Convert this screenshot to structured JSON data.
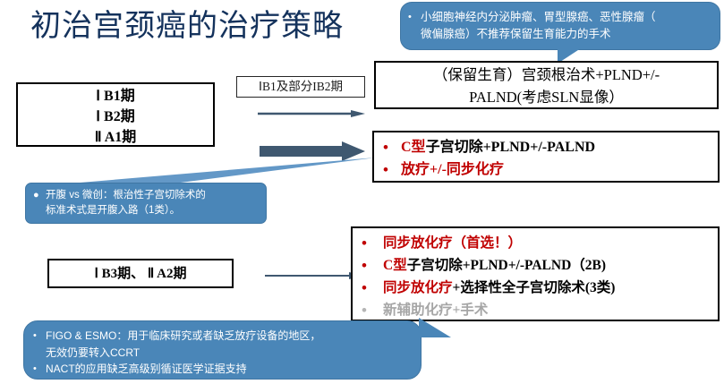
{
  "slide": {
    "title": "初治宫颈癌的治疗策略",
    "title_color": "#14325c",
    "accent_blue": "#4a86b8",
    "accent_red": "#c00000",
    "faded_gray": "#a6a6a6"
  },
  "callouts": {
    "top": {
      "bullet": "•",
      "line1": "小细胞神经内分泌肿瘤、胃型腺癌、恶性腺瘤（",
      "line2": "微偏腺癌）不推荐保留生育能力的手术"
    },
    "middle": {
      "bullet": "●",
      "line1": "开腹 vs 微创：根治性子宫切除术的",
      "line2": "标准术式是开腹入路（1类）。"
    },
    "bottom": {
      "bullet": "•",
      "items": [
        {
          "line1": "FIGO & ESMO：用于临床研究或者缺乏放疗设备的地区，",
          "line2": "无效仍要转入CCRT"
        },
        {
          "line1": "NACT的应用缺乏高级别循证医学证据支持",
          "line2": ""
        }
      ]
    }
  },
  "stage_boxes": {
    "upper": {
      "lines": [
        "Ⅰ B1期",
        "Ⅰ B2期",
        "Ⅱ A1期"
      ]
    },
    "lower": {
      "lines": [
        "Ⅰ B3期、  Ⅱ A2期"
      ]
    }
  },
  "arrow_label": "ⅠB1及部分IB2期",
  "treatments": {
    "top_box": {
      "line1": "（保留生育）宫颈根治术+PLND+/-",
      "line2": "PALND(考虑SLN显像）"
    },
    "mid_box": {
      "bullet": "•",
      "items": [
        {
          "red": "C型",
          "black": "子宫切除+PLND+/-PALND",
          "gray": ""
        },
        {
          "red": "放疗+/-同步化疗",
          "black": "",
          "gray": ""
        }
      ]
    },
    "bottom_box": {
      "bullet": "•",
      "items": [
        {
          "red": "同步放化疗（首选！）",
          "black": "",
          "gray": ""
        },
        {
          "red": "C型",
          "black": "子宫切除+PLND+/-PALND（2B)",
          "gray": ""
        },
        {
          "red": "同步放化疗",
          "black": "+选择性全子宫切除术(3类)",
          "gray": ""
        },
        {
          "red": "",
          "black": "",
          "gray": "新辅助化疗+手术"
        }
      ]
    }
  }
}
